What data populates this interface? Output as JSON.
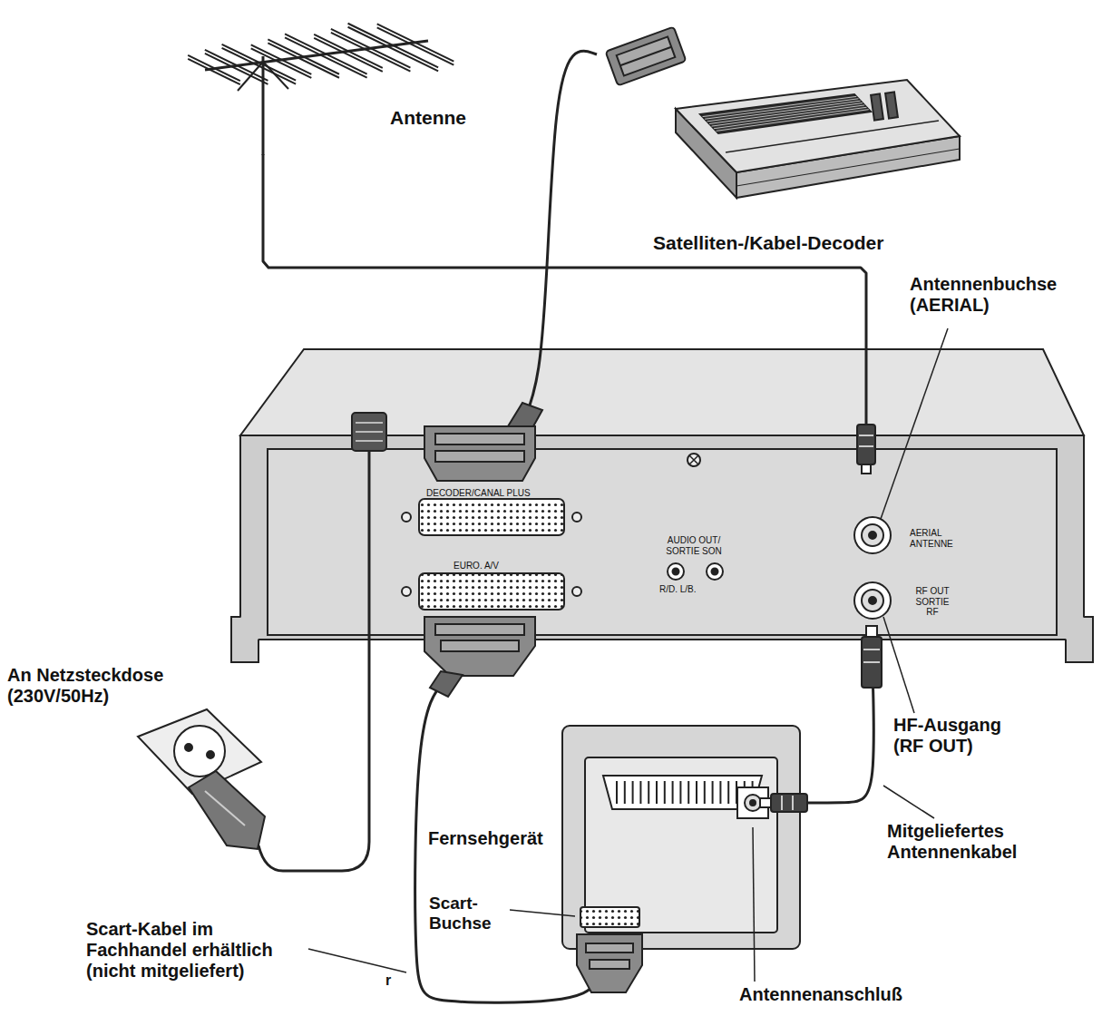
{
  "diagram": {
    "nodes": [
      {
        "text": [
          "Antenne"
        ]
      },
      {
        "text": [
          "Satelliten-/Kabel-Decoder"
        ]
      },
      {
        "text": [
          "DECODER/CANAL PLUS",
          "EURO. A/V",
          "AUDIO OUT/ SORTIE SON",
          "R/D. L/B.",
          "AERIAL ANTENNE",
          "RF OUT SORTIE RF"
        ]
      },
      {
        "text": [
          "Fernsehgerät"
        ]
      }
    ],
    "edges": [
      {
        "from": 0,
        "to": 2,
        "arrow": "none"
      },
      {
        "from": 1,
        "to": 2,
        "arrow": "none"
      },
      {
        "from": 2,
        "to": 3,
        "arrow": "none"
      },
      {
        "from": 2,
        "to": 3,
        "arrow": "none"
      }
    ],
    "labels": [
      "Antennenbuchse (AERIAL)",
      "HF-Ausgang (RF OUT)",
      "An Netzsteckdose (230V/50Hz)",
      "Scart- Buchse",
      "Scart-Kabel im Fachhandel erhältlich (nicht mitgeliefert)",
      "r",
      "Mitgeliefertes Antennenkabel",
      "Antennenanschluß"
    ]
  }
}
